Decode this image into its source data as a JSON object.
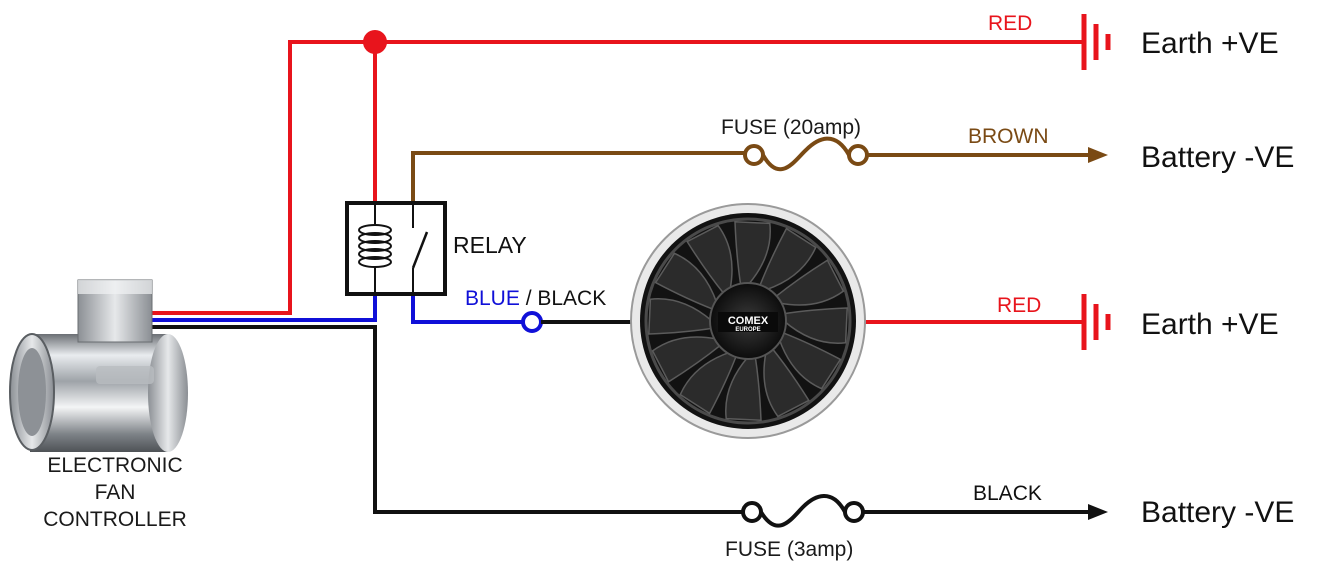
{
  "terminals": {
    "earth_top": "Earth +VE",
    "battery_top": "Battery -VE",
    "earth_mid": "Earth +VE",
    "battery_bottom": "Battery -VE"
  },
  "wires": {
    "red_top": "RED",
    "brown": "BROWN",
    "blue": "BLUE",
    "slash_black": " / BLACK",
    "red_fan": "RED",
    "black_bottom": "BLACK"
  },
  "components": {
    "fuse_20": "FUSE (20amp)",
    "fuse_3": "FUSE (3amp)",
    "relay": "RELAY",
    "controller_line1": "ELECTRONIC",
    "controller_line2": "FAN",
    "controller_line3": "CONTROLLER",
    "fan_brand": "COMEX",
    "fan_brand_sub": "EUROPE"
  },
  "colors": {
    "red": "#e8141c",
    "brown": "#7a4a14",
    "blue": "#1010d8",
    "black": "#111111"
  }
}
